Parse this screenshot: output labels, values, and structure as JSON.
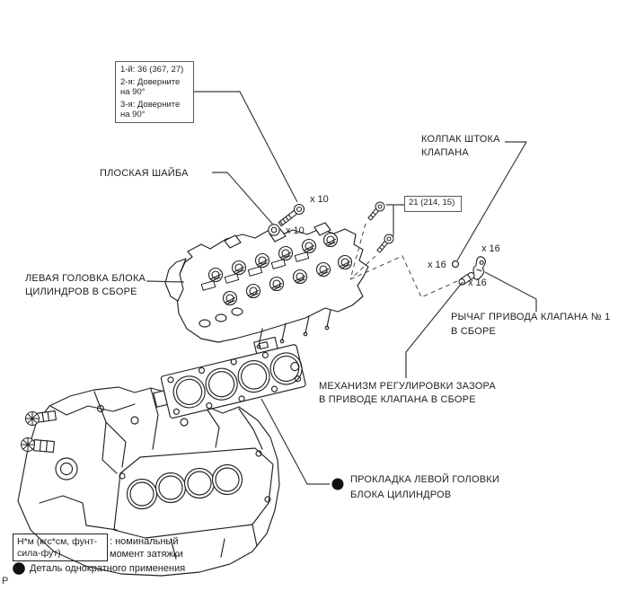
{
  "figure": {
    "type": "exploded-parts-diagram",
    "line_color": "#222222",
    "background": "#ffffff"
  },
  "callouts": {
    "head_bolt_torque_box": {
      "lines": [
        "1-й: 36 (367, 27)",
        "2-я: Доверните",
        "на 90°",
        "3-я: Доверните",
        "на 90°"
      ]
    },
    "cap_bolt_torque_box": {
      "value": "21 (214, 15)"
    },
    "flat_washer": {
      "label": "ПЛОСКАЯ ШАЙБА"
    },
    "left_cylinder_head": {
      "line1": "ЛЕВАЯ ГОЛОВКА БЛОКА",
      "line2": "ЦИЛИНДРОВ В СБОРЕ"
    },
    "valve_stem_cap": {
      "line1": "КОЛПАК ШТОКА",
      "line2": "КЛАПАНА"
    },
    "rocker_arm": {
      "line1": "РЫЧАГ ПРИВОДА КЛАПАНА № 1",
      "line2": "В СБОРЕ"
    },
    "lash_adjuster": {
      "line1": "МЕХАНИЗМ РЕГУЛИРОВКИ ЗАЗОРА",
      "line2": "В ПРИВОДЕ КЛАПАНА В СБОРЕ"
    },
    "head_gasket": {
      "line1": "ПРОКЛАДКА ЛЕВОЙ ГОЛОВКИ",
      "line2": "БЛОКА ЦИЛИНДРОВ"
    }
  },
  "quantities": {
    "head_bolt": "x 10",
    "flat_washer": "x 10",
    "valve_stem_cap": "x 16",
    "rocker_arm": "x 16",
    "lash_adjuster": "x 16"
  },
  "legend": {
    "torque_units_line1": "Н*м (кгс*см, фунт-",
    "torque_units_line2": "сила-фут)",
    "torque_note_line1": ": номинальный",
    "torque_note_line2": "момент затяжки",
    "non_reusable": "Деталь однократного применения"
  },
  "page_marker": "P"
}
